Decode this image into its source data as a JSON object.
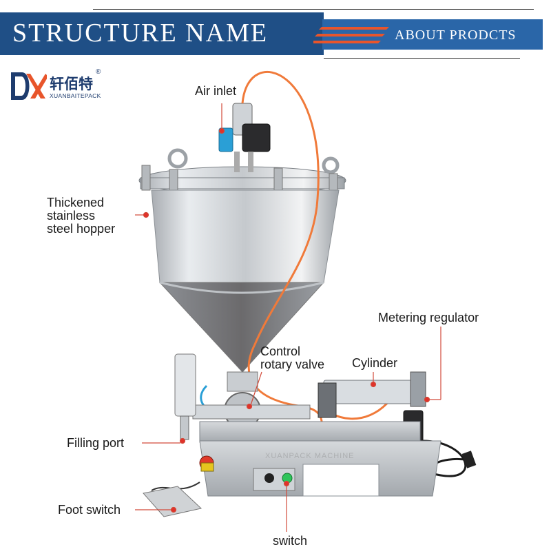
{
  "header": {
    "title": "STRUCTURE NAME",
    "subtitle": "ABOUT PRODCTS",
    "brand_color": "#1f4f86",
    "accent_color": "#e8552b"
  },
  "logo": {
    "mark": "DX",
    "name_cn": "轩佰特",
    "name_en": "XUANBAITEPACK",
    "registered": "®"
  },
  "labels": {
    "air_inlet": "Air inlet",
    "hopper_line1": "Thickened",
    "hopper_line2": "stainless",
    "hopper_line3": "steel hopper",
    "metering_regulator": "Metering regulator",
    "control_line1": "Control",
    "control_line2": "rotary valve",
    "cylinder": "Cylinder",
    "filling_port": "Filling port",
    "foot_switch": "Foot switch",
    "switch": "switch"
  },
  "watermark": "XUANPACK MACHINE",
  "colors": {
    "pointer_dot": "#e0322a",
    "air_hose": "#f07a3a",
    "blue_fitting": "#2a9fd6"
  }
}
